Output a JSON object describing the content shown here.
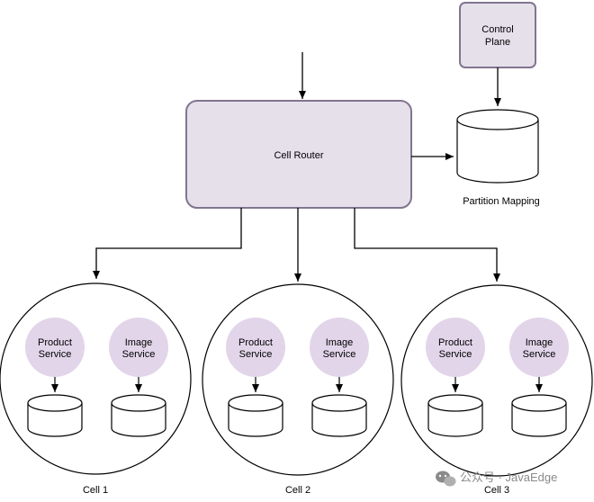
{
  "colors": {
    "box_fill": "#E6E0EB",
    "box_stroke": "#82758F",
    "node_fill": "#E2D5EA",
    "line": "#000000",
    "watermark": "#8A8A8A"
  },
  "control_plane": {
    "label_line1": "Control",
    "label_line2": "Plane"
  },
  "cell_router": {
    "label": "Cell Router"
  },
  "partition_mapping": {
    "label": "Partition Mapping",
    "icon": "database-icon"
  },
  "cells": [
    {
      "caption": "Cell 1",
      "product_service": {
        "line1": "Product",
        "line2": "Service"
      },
      "image_service": {
        "line1": "Image",
        "line2": "Service"
      }
    },
    {
      "caption": "Cell 2",
      "product_service": {
        "line1": "Product",
        "line2": "Service"
      },
      "image_service": {
        "line1": "Image",
        "line2": "Service"
      }
    },
    {
      "caption": "Cell 3",
      "product_service": {
        "line1": "Product",
        "line2": "Service"
      },
      "image_service": {
        "line1": "Image",
        "line2": "Service"
      }
    }
  ],
  "watermark": {
    "text": "公众号 · JavaEdge",
    "icon": "wechat-icon"
  }
}
